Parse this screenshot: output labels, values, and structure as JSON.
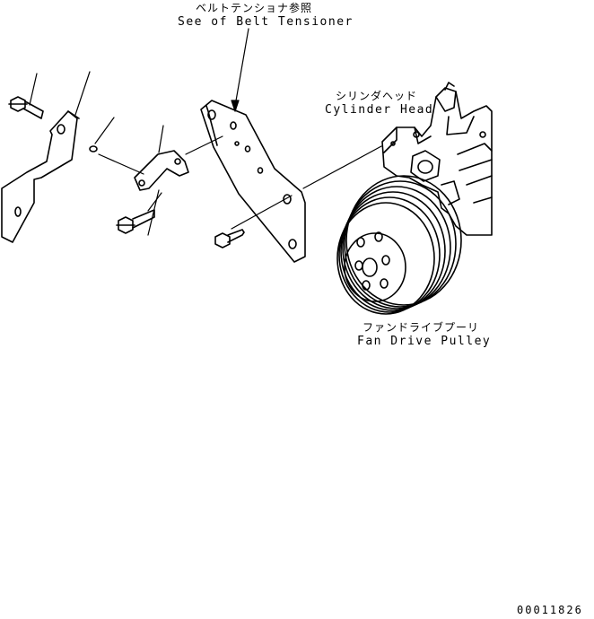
{
  "labels": {
    "belt_tensioner_jp": "ベルトテンショナ参照",
    "belt_tensioner_en": "See of Belt Tensioner",
    "cylinder_head_jp": "シリンダヘッド",
    "cylinder_head_en": "Cylinder Head",
    "fan_pulley_jp": "ファンドライブプーリ",
    "fan_pulley_en": "Fan Drive Pulley",
    "figure_number": "00011826"
  },
  "colors": {
    "line": "#000000",
    "background": "#ffffff"
  }
}
